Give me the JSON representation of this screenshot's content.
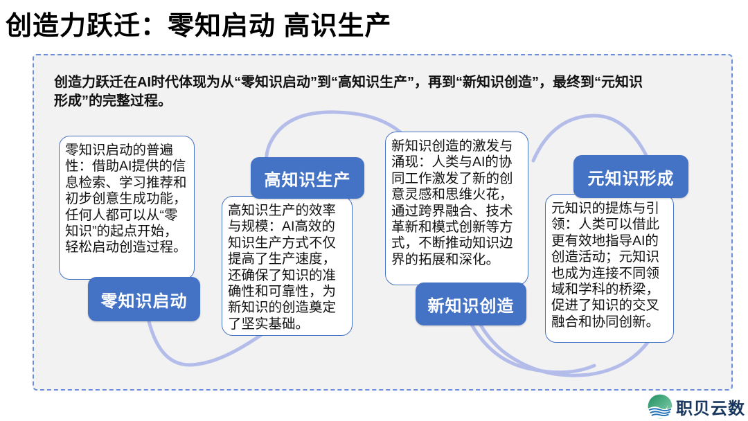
{
  "title": "创造力跃迁：零知启动 高识生产",
  "panel": {
    "intro": "创造力跃迁在AI时代体现为从“零知识启动”到“高知识生产”，再到“新知识创造”，最终到“元知识形成”的完整过程。"
  },
  "stages": [
    {
      "label": "零知识启动",
      "label_position": "bottom",
      "description": "零知识启动的普遍性：借助AI提供的信息检索、学习推荐和初步创意生成功能，任何人都可以从“零知识”的起点开始，轻松启动创造过程。"
    },
    {
      "label": "高知识生产",
      "label_position": "top",
      "description": "高知识生产的效率与规模：AI高效的知识生产方式不仅提高了生产速度，还确保了知识的准确性和可靠性，为新知识的创造奠定了坚实基础。"
    },
    {
      "label": "新知识创造",
      "label_position": "bottom",
      "description": "新知识创造的激发与涌现：人类与AI的协同工作激发了新的创意灵感和思维火花，通过跨界融合、技术革新和模式创新等方式，不断推动知识边界的拓展和深化。"
    },
    {
      "label": "元知识形成",
      "label_position": "top",
      "description": "元知识的提炼与引领：人类可以借此更有效地指导AI的创造活动；元知识也成为连接不同领域和学科的桥梁，促进了知识的交叉融合和协同创新。"
    }
  ],
  "brand": {
    "name": "职贝云数"
  },
  "colors": {
    "accent_blue": "#4472C4",
    "box_border": "#4472C4",
    "connector": "#B4BDE9",
    "panel_bg": "#F2F2F2",
    "dashed_border": "#6B8EDC",
    "brand_text": "#17375E",
    "logo_green": "#2E9E62",
    "logo_blue": "#1D6FB8"
  }
}
